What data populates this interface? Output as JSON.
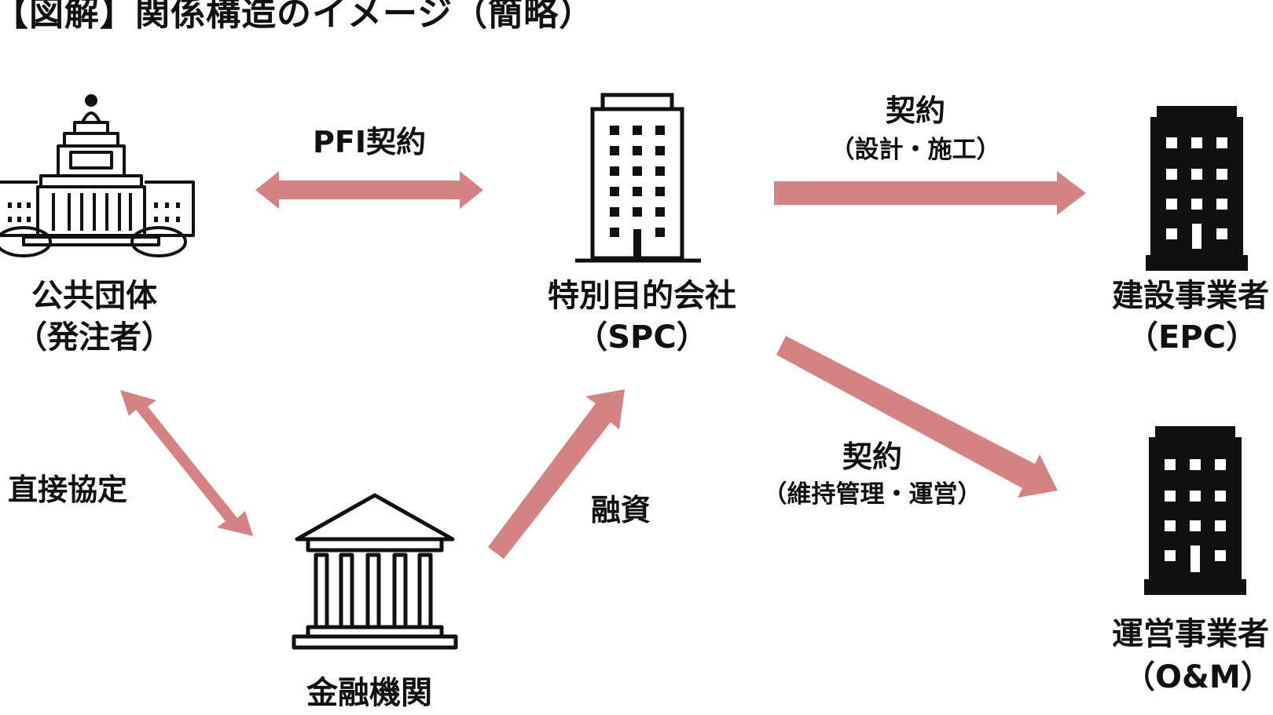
{
  "title": "【図解】関係構造のイメージ（簡略）",
  "colors": {
    "arrow": "#d48282",
    "icon": "#111111"
  },
  "nodes": {
    "public": {
      "name": "公共団体",
      "role": "（発注者）",
      "icon": "government-building-icon"
    },
    "spc": {
      "name": "特別目的会社",
      "role": "（SPC）",
      "icon": "office-tower-icon"
    },
    "epc": {
      "name": "建設事業者",
      "role": "（EPC）",
      "icon": "building-solid-icon"
    },
    "om": {
      "name": "運営事業者",
      "role": "（O&M）",
      "icon": "building-solid-icon"
    },
    "bank": {
      "name": "金融機関",
      "icon": "bank-icon"
    }
  },
  "edges": {
    "pfi": {
      "label": "PFI契約",
      "direction": "bidirectional"
    },
    "epc_contract": {
      "label": "契約",
      "sub": "（設計・施工）",
      "direction": "spc-to-epc"
    },
    "om_contract": {
      "label": "契約",
      "sub": "（維持管理・運営）",
      "direction": "spc-to-om"
    },
    "direct": {
      "label": "直接協定",
      "direction": "bidirectional"
    },
    "finance": {
      "label": "融資",
      "direction": "bank-to-spc"
    }
  }
}
